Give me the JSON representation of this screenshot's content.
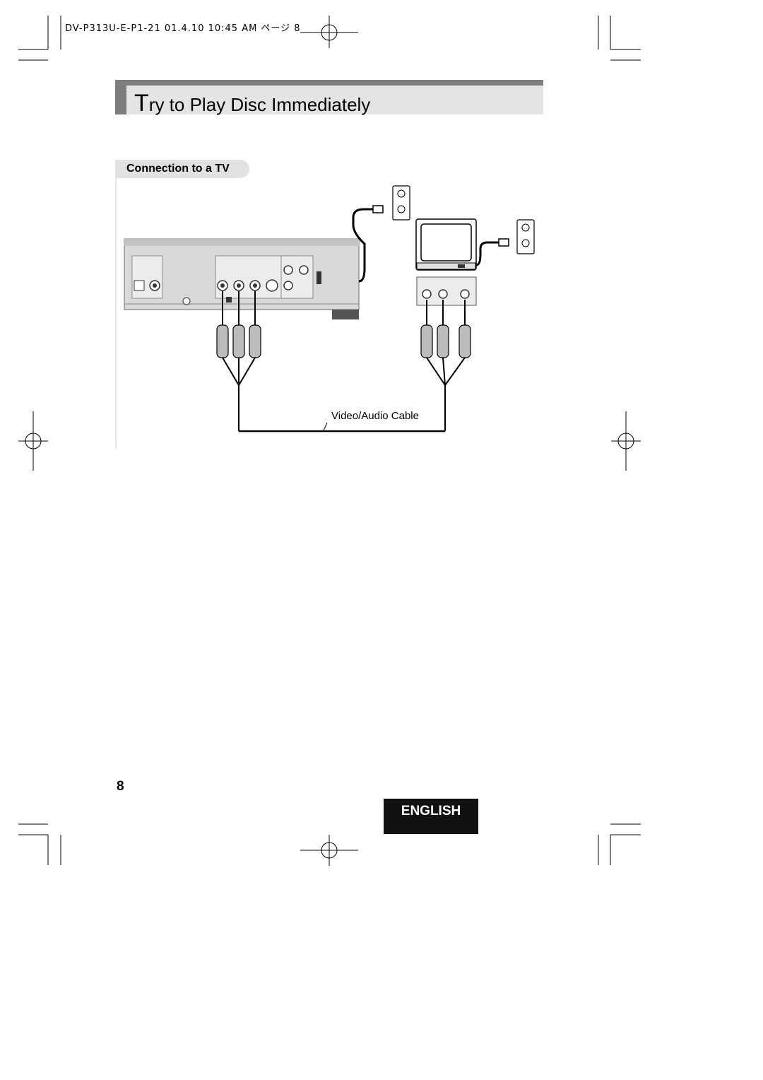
{
  "header": {
    "file_info": "DV-P313U-E-P1-21  01.4.10 10:45 AM  ページ 8"
  },
  "title": {
    "first_letter": "T",
    "rest": "ry to Play Disc Immediately"
  },
  "section": {
    "heading": "Connection to a TV"
  },
  "diagram": {
    "cable_label": "Video/Audio Cable"
  },
  "footer": {
    "page_number": "8",
    "language": "ENGLISH"
  }
}
